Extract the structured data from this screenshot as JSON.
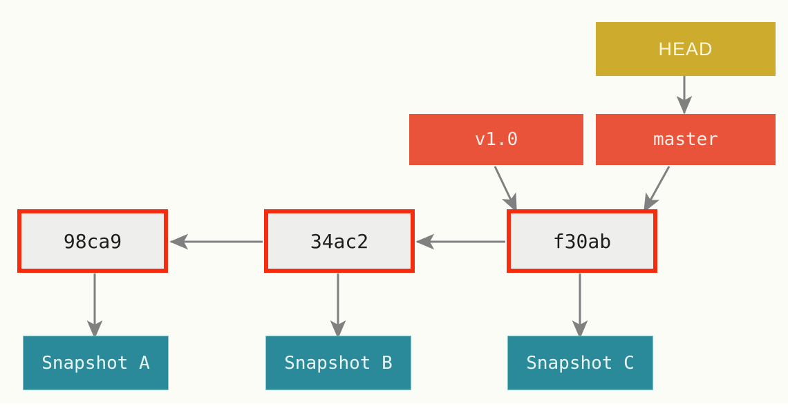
{
  "diagram": {
    "title": "Git branch, tag and HEAD pointer diagram",
    "background_color": "#fcfcf7",
    "colors": {
      "head": "#cdab2d",
      "ref": "#e8533a",
      "commit_fill": "#eeeeec",
      "commit_highlight": "#f42c10",
      "snapshot": "#2b8a99",
      "arrow": "#808080"
    }
  },
  "nodes": {
    "head": {
      "label": "HEAD",
      "type": "head-pointer"
    },
    "tag": {
      "label": "v1.0",
      "type": "tag-ref"
    },
    "branch": {
      "label": "master",
      "type": "branch-ref"
    },
    "commits": [
      {
        "label": "98ca9",
        "highlighted": true
      },
      {
        "label": "34ac2",
        "highlighted": true
      },
      {
        "label": "f30ab",
        "highlighted": true
      }
    ],
    "snapshots": [
      {
        "label": "Snapshot A"
      },
      {
        "label": "Snapshot B"
      },
      {
        "label": "Snapshot C"
      }
    ]
  },
  "edges": [
    {
      "from": "HEAD",
      "to": "master",
      "direction": "down"
    },
    {
      "from": "v1.0",
      "to": "f30ab",
      "direction": "down-right"
    },
    {
      "from": "master",
      "to": "f30ab",
      "direction": "down-left"
    },
    {
      "from": "f30ab",
      "to": "34ac2",
      "direction": "left"
    },
    {
      "from": "34ac2",
      "to": "98ca9",
      "direction": "left"
    },
    {
      "from": "98ca9",
      "to": "Snapshot A",
      "direction": "down"
    },
    {
      "from": "34ac2",
      "to": "Snapshot B",
      "direction": "down"
    },
    {
      "from": "f30ab",
      "to": "Snapshot C",
      "direction": "down"
    }
  ]
}
